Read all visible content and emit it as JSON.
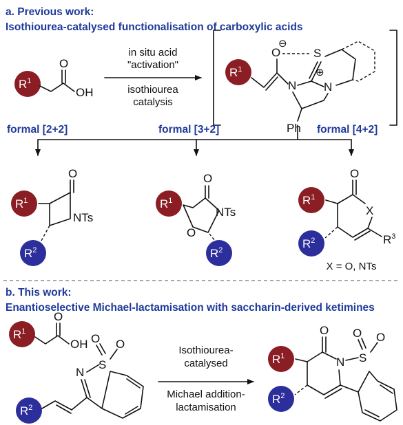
{
  "section_a": {
    "title": "a. Previous work:",
    "subtitle": "Isothiourea-catalysed functionalisation of carboxylic acids",
    "arrow_top_line1": "in situ acid",
    "arrow_top_line2": "\"activation\"",
    "arrow_bottom_line1": "isothiourea",
    "arrow_bottom_line2": "catalysis",
    "formal_22": "formal [2+2]",
    "formal_32": "formal [3+2]",
    "formal_42": "formal [4+2]",
    "x_definition": "X = O, NTs"
  },
  "section_b": {
    "title": "b. This work:",
    "subtitle": "Enantioselective Michael-lactamisation with saccharin-derived ketimines",
    "arrow_top_line1": "Isothiourea-",
    "arrow_top_line2": "catalysed",
    "arrow_bottom_line1": "Michael addition-",
    "arrow_bottom_line2": "lactamisation"
  },
  "atoms": {
    "R": "R",
    "one": "1",
    "two": "2",
    "three": "3",
    "O": "O",
    "OH": "OH",
    "S": "S",
    "N": "N",
    "X": "X",
    "NTs": "NTs",
    "Ph": "Ph",
    "minus": "⊖",
    "plus": "⊕"
  },
  "colors": {
    "heading": "#1f3a9a",
    "r1_circle": "#8b1e24",
    "r2_circle": "#2c2e9c",
    "text": "#111111"
  }
}
